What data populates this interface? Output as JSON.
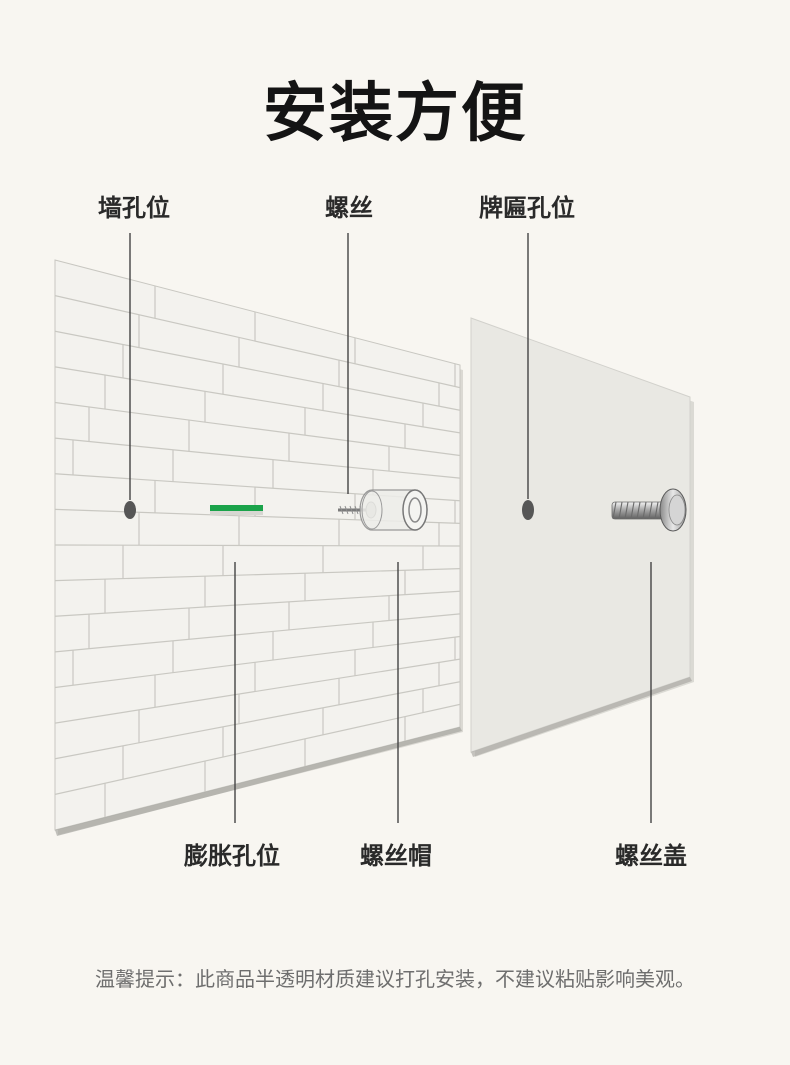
{
  "title": "安装方便",
  "labels": {
    "wall_hole": "墙孔位",
    "screw": "螺丝",
    "sign_hole": "牌匾孔位",
    "anchor_hole": "膨胀孔位",
    "screw_cap": "螺丝帽",
    "screw_cover": "螺丝盖"
  },
  "tip": "温馨提示：此商品半透明材质建议打孔安装，不建议粘贴影响美观。",
  "colors": {
    "background": "#f8f6f1",
    "wall_tile": "#f3f2ee",
    "grout": "#c9c8c2",
    "panel": "#e9e8e3",
    "anchor_green": "#1aa34a",
    "leader_line": "#444444"
  }
}
